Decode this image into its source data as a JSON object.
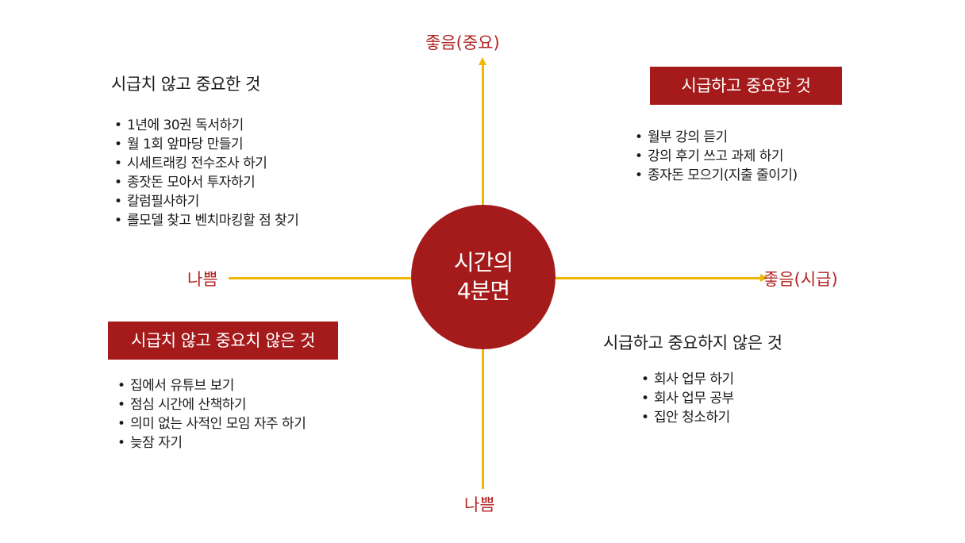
{
  "center": {
    "line1": "시간의",
    "line2": "4분면"
  },
  "axis_labels": {
    "top": "좋음(중요)",
    "bottom": "나쁨",
    "left": "나쁨",
    "right": "좋음(시급)"
  },
  "colors": {
    "accent": "#a51b1b",
    "axis": "#f2b705",
    "label": "#b22222"
  },
  "quadrants": {
    "top_left": {
      "title": "시급치 않고 중요한 것",
      "items": [
        "1년에 30권 독서하기",
        "월 1회 앞마당 만들기",
        "시세트래킹 전수조사 하기",
        "종잣돈 모아서 투자하기",
        "칼럼필사하기",
        "롤모델 찾고 벤치마킹할 점 찾기"
      ]
    },
    "top_right": {
      "title": "시급하고 중요한 것",
      "items": [
        "월부 강의 듣기",
        "강의 후기 쓰고 과제 하기",
        "종자돈 모으기(지출 줄이기)"
      ]
    },
    "bottom_left": {
      "title": "시급치 않고 중요치 않은 것",
      "items": [
        "집에서 유튜브 보기",
        "점심 시간에 산책하기",
        "의미 없는 사적인 모임 자주 하기",
        "늦잠 자기"
      ]
    },
    "bottom_right": {
      "title": "시급하고 중요하지 않은 것",
      "items": [
        "회사 업무 하기",
        "회사 업무 공부",
        "집안 청소하기"
      ]
    }
  }
}
